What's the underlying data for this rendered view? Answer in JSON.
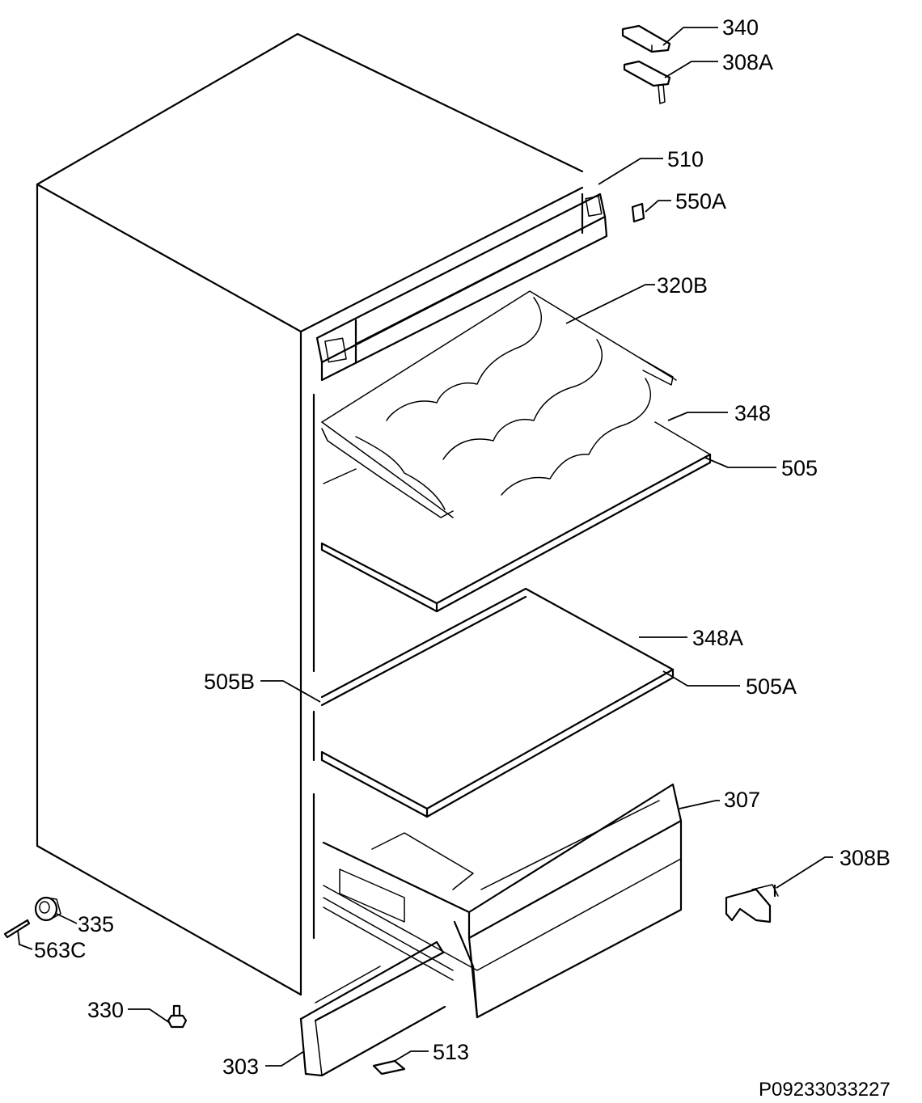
{
  "labels": {
    "l340": "340",
    "l308a": "308A",
    "l510": "510",
    "l550a": "550A",
    "l320b": "320B",
    "l348": "348",
    "l505": "505",
    "l348a": "348A",
    "l505b": "505B",
    "l505a": "505A",
    "l307": "307",
    "l308b": "308B",
    "l335": "335",
    "l563c": "563C",
    "l330": "330",
    "l303": "303",
    "l513": "513"
  },
  "code": "P09233033227"
}
